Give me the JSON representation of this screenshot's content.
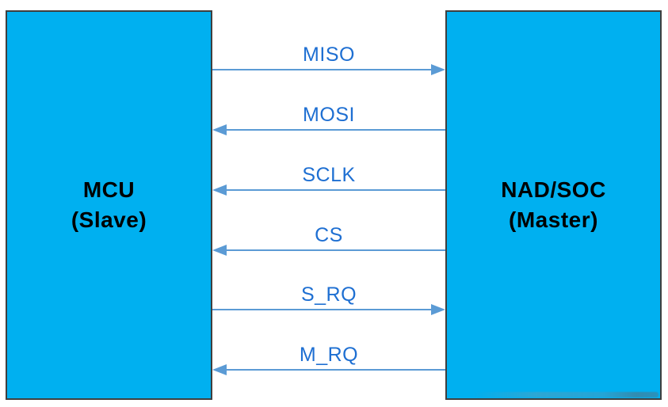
{
  "diagram": {
    "left_box": {
      "title": "MCU",
      "subtitle": "(Slave)"
    },
    "right_box": {
      "title": "NAD/SOC",
      "subtitle": "(Master)"
    },
    "signals": [
      {
        "label": "MISO",
        "direction": "right"
      },
      {
        "label": "MOSI",
        "direction": "left"
      },
      {
        "label": "SCLK",
        "direction": "left"
      },
      {
        "label": "CS",
        "direction": "left"
      },
      {
        "label": "S_RQ",
        "direction": "right"
      },
      {
        "label": "M_RQ",
        "direction": "left"
      }
    ],
    "colors": {
      "box_fill": "#00B0F0",
      "box_border": "#3f3f3f",
      "box_text": "#000000",
      "arrow": "#5B9BD5",
      "signal_label_text": "#1E6FD2",
      "background": "#FFFFFF"
    }
  }
}
